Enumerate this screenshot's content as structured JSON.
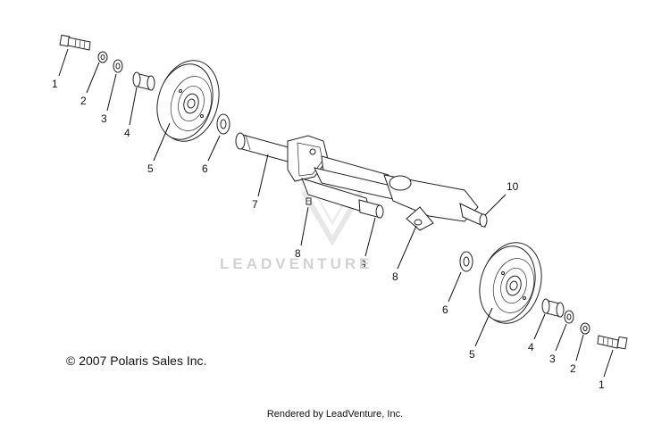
{
  "callouts": {
    "bolt_left": "1",
    "washer_small_left": "2",
    "washer_left": "3",
    "spacer_left": "4",
    "wheel_left": "5",
    "washer_large_left": "6",
    "axle_shaft": "7",
    "fitting_left": "8",
    "spacer_mid": "9",
    "axle_end": "10",
    "fitting_right": "8",
    "washer_large_right": "6",
    "wheel_right": "5",
    "spacer_right": "4",
    "washer_right": "3",
    "washer_small_right": "2",
    "bolt_right": "1"
  },
  "copyright": "© 2007 Polaris Sales Inc.",
  "watermark": "LEADVENTURE",
  "footer": "Rendered by LeadVenture, Inc."
}
